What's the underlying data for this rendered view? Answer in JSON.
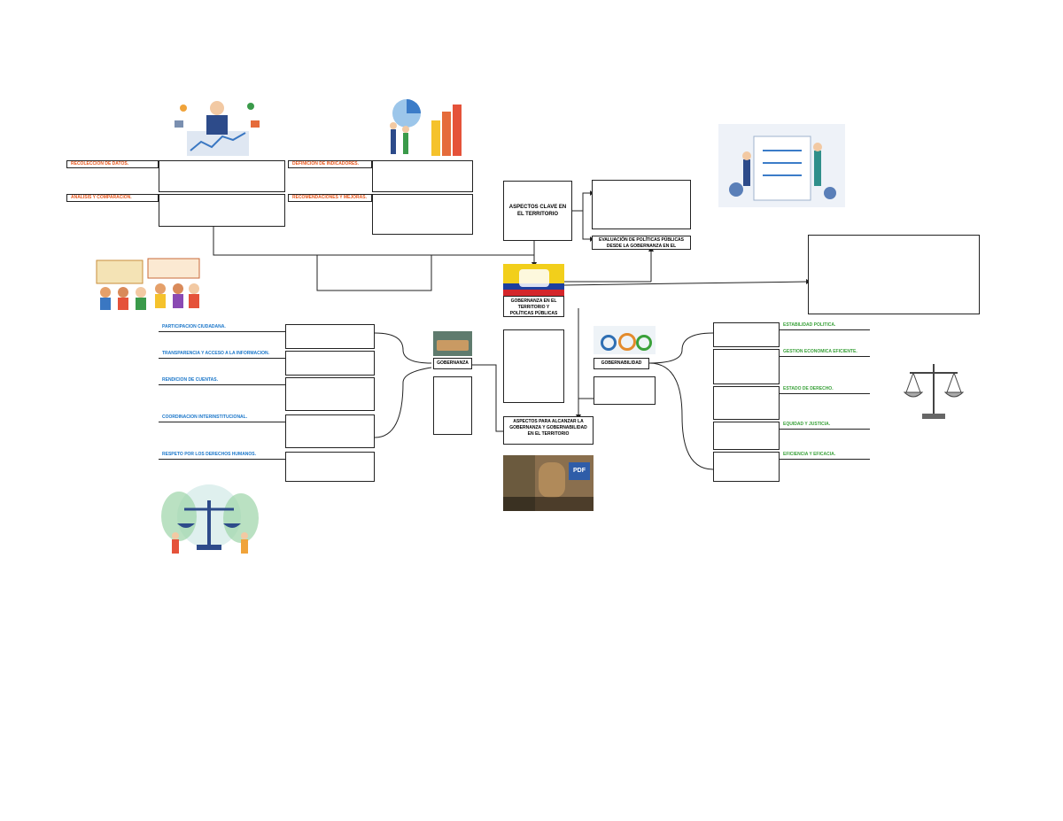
{
  "center": {
    "title": "GOBERNANZA EN EL TERRITORIO Y POLÍTICAS PÚBLICAS"
  },
  "top_node": {
    "title": "ASPECTOS CLAVE EN EL TERRITORIO"
  },
  "eval_node": {
    "title": "EVALUACIÓN DE POLÍTICAS PÚBLICAS DESDE LA GOBERNANZA EN EL TERRITORIO"
  },
  "bottom_node": {
    "title": "ASPECTOS PARA ALCANZAR LA GOBERNANZA Y GOBERNABILIDAD EN EL TERRITORIO"
  },
  "gobernanza": {
    "title": "GOBERNANZA"
  },
  "gobernabilidad": {
    "title": "GOBERNABILIDAD"
  },
  "top_left_labels": [
    {
      "text": "RECOLECCIÓN DE DATOS."
    },
    {
      "text": "ANÁLISIS Y COMPARACIÓN."
    }
  ],
  "top_right_labels": [
    {
      "text": "DEFINICIÓN DE INDICADORES."
    },
    {
      "text": "RECOMENDACIONES Y MEJORAS."
    }
  ],
  "left_labels": [
    {
      "text": "PARTICIPACIÓN CIUDADANA."
    },
    {
      "text": "TRANSPARENCIA Y ACCESO A LA INFORMACIÓN."
    },
    {
      "text": "RENDICIÓN DE CUENTAS."
    },
    {
      "text": "COORDINACIÓN INTERINSTITUCIONAL."
    },
    {
      "text": "RESPETO POR LOS DERECHOS HUMANOS."
    }
  ],
  "right_labels": [
    {
      "text": "ESTABILIDAD POLÍTICA."
    },
    {
      "text": "GESTIÓN ECONÓMICA EFICIENTE."
    },
    {
      "text": "ESTADO DE DERECHO."
    },
    {
      "text": "EQUIDAD Y JUSTICIA."
    },
    {
      "text": "EFICIENCIA Y EFICACIA."
    }
  ],
  "colors": {
    "orange": "#e8561b",
    "blue": "#1a76c9",
    "green": "#3aa13a",
    "line": "#222222"
  },
  "media": {
    "pdf_badge": "PDF"
  }
}
